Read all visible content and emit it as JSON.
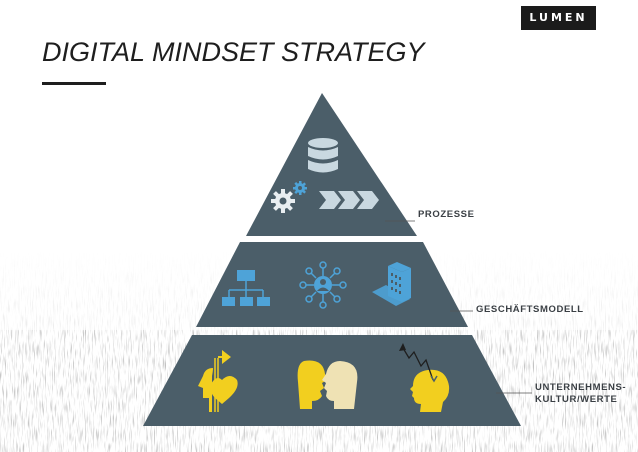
{
  "slide": {
    "logo": "LUMEN",
    "title": "DIGITAL MINDSET STRATEGY"
  },
  "pyramid": {
    "colors": {
      "tier_fill": "#4b5e69",
      "icon_light": "#c9d8e0",
      "icon_blue": "#4ea3d8",
      "icon_yellow": "#f2cf1f"
    },
    "tiers": [
      {
        "label": "PROZESSE",
        "icons": [
          "database-icon",
          "gears-icon",
          "process-arrows-icon"
        ]
      },
      {
        "label": "GESCHÄFTSMODELL",
        "icons": [
          "org-chart-icon",
          "network-hub-icon",
          "building-icon"
        ]
      },
      {
        "label_lines": [
          "UNTERNEHMENS-",
          "KULTUR/WERTE"
        ],
        "icons": [
          "head-heart-icon",
          "two-faces-icon",
          "head-thinking-icon"
        ]
      }
    ]
  }
}
